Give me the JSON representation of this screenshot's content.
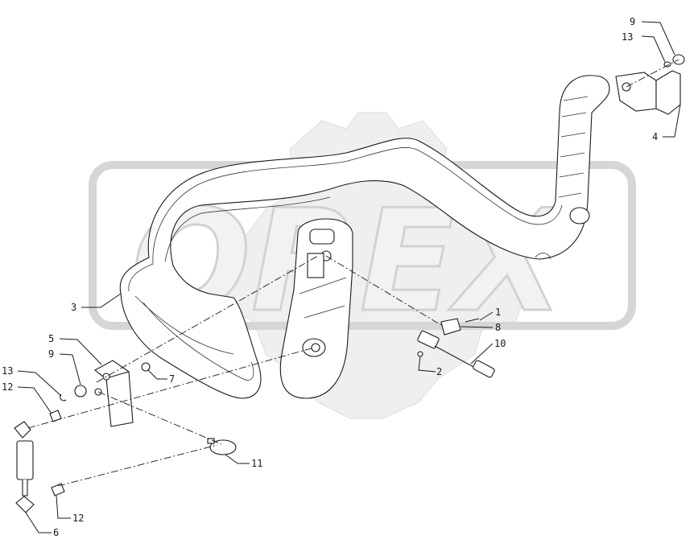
{
  "drawing": {
    "watermark_text": "OREX",
    "watermark_color": "#dcdcdc",
    "line_color": "#1a1a1a"
  },
  "callouts": [
    {
      "id": "c9a",
      "label": "9"
    },
    {
      "id": "c13a",
      "label": "13"
    },
    {
      "id": "c4",
      "label": "4"
    },
    {
      "id": "c3",
      "label": "3"
    },
    {
      "id": "c1",
      "label": "1"
    },
    {
      "id": "c8",
      "label": "8"
    },
    {
      "id": "c10",
      "label": "10"
    },
    {
      "id": "c2",
      "label": "2"
    },
    {
      "id": "c5",
      "label": "5"
    },
    {
      "id": "c9b",
      "label": "9"
    },
    {
      "id": "c7",
      "label": "7"
    },
    {
      "id": "c13b",
      "label": "13"
    },
    {
      "id": "c12a",
      "label": "12"
    },
    {
      "id": "c11",
      "label": "11"
    },
    {
      "id": "c12b",
      "label": "12"
    },
    {
      "id": "c6",
      "label": "6"
    }
  ]
}
